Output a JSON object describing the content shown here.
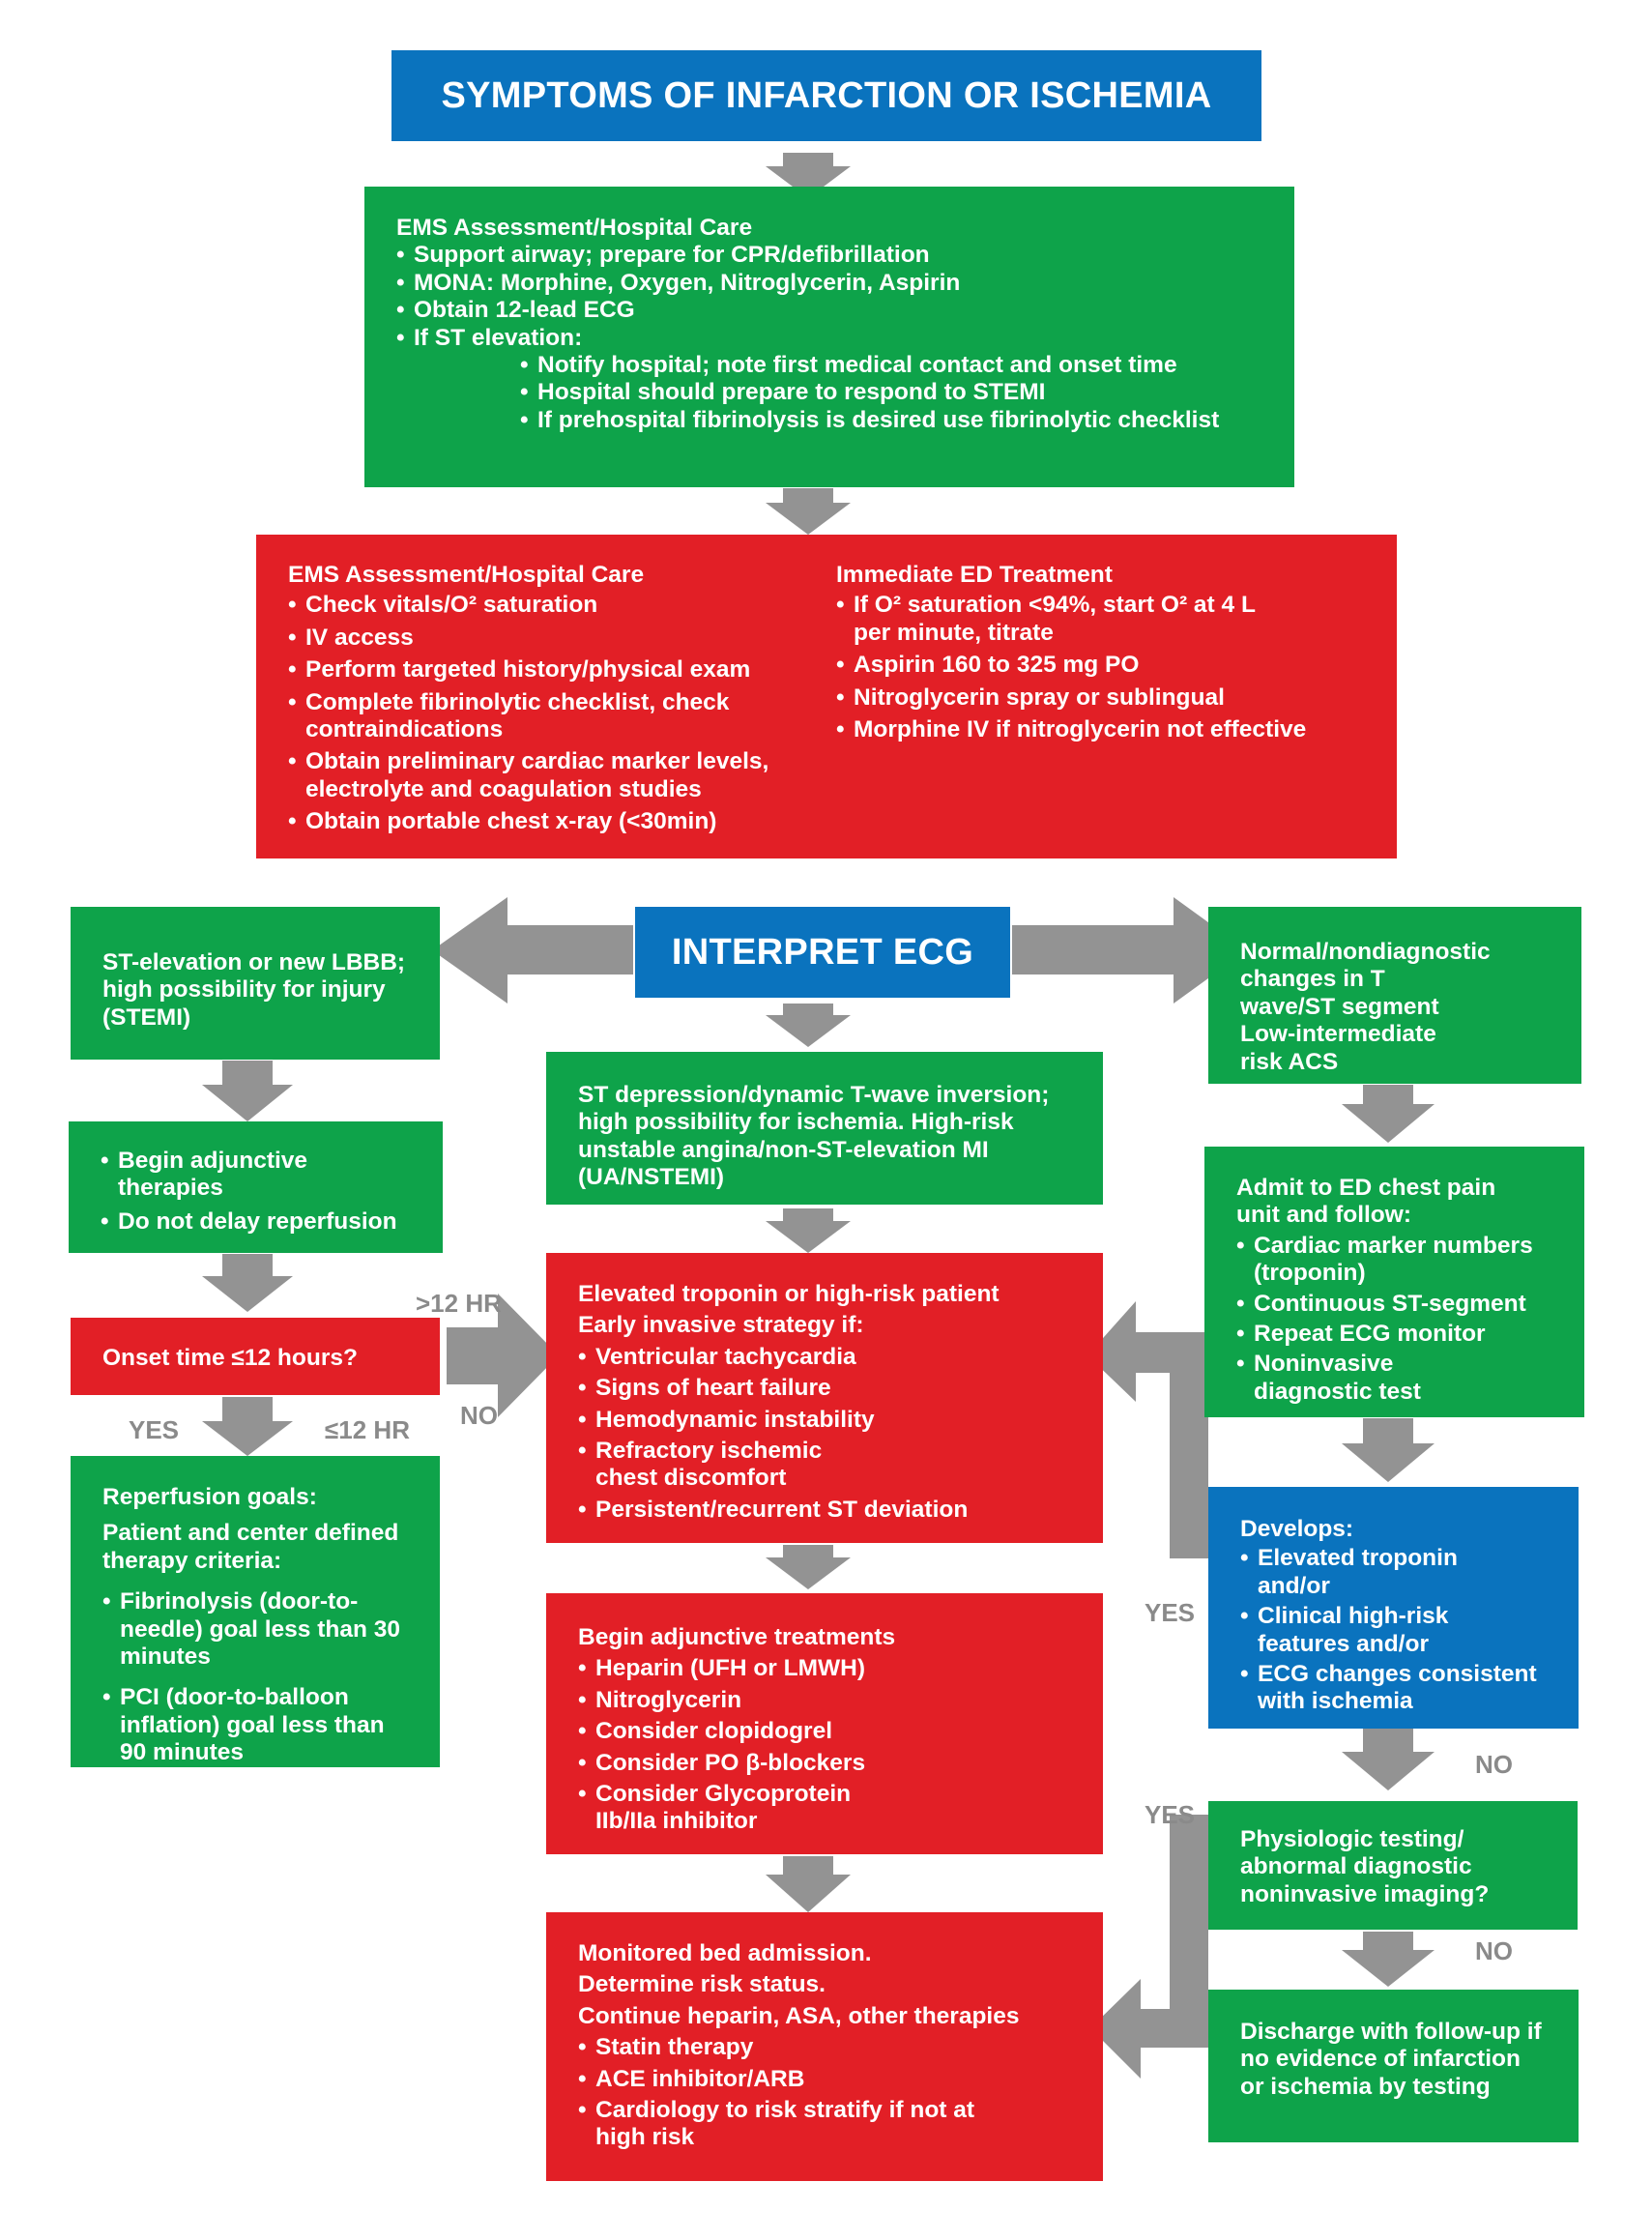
{
  "colors": {
    "green": "#0ea34a",
    "red": "#e21f26",
    "blue": "#0a73be",
    "arrow": "#939393",
    "label": "#8a8a8a"
  },
  "header": {
    "title": "SYMPTOMS OF INFARCTION OR ISCHEMIA"
  },
  "ems": {
    "heading": "EMS Assessment/Hospital Care",
    "items": [
      "Support airway; prepare for CPR/defibrillation",
      "MONA: Morphine, Oxygen, Nitroglycerin, Aspirin",
      "Obtain 12-lead ECG",
      "If ST elevation:"
    ],
    "sub_items": [
      "Notify hospital; note first medical contact and onset time",
      "Hospital should prepare to respond to STEMI",
      "If prehospital fibrinolysis is desired use fibrinolytic checklist"
    ]
  },
  "assessment": {
    "left_heading": "EMS Assessment/Hospital Care",
    "left_items": [
      "Check vitals/O² saturation",
      "IV access",
      "Perform targeted history/physical exam",
      "Complete fibrinolytic checklist, check contraindications",
      "Obtain preliminary cardiac marker levels, electrolyte and coagulation studies",
      "Obtain portable chest x-ray (<30min)"
    ],
    "right_heading": "Immediate ED Treatment",
    "right_items": [
      "If O² saturation <94%, start O² at 4 L per minute, titrate",
      "Aspirin 160 to 325 mg PO",
      "Nitroglycerin spray or sublingual",
      "Morphine IV if nitroglycerin not effective"
    ]
  },
  "interpret": {
    "title": "INTERPRET ECG"
  },
  "stemi": {
    "text": "ST-elevation or new LBBB; high possibility for injury (STEMI)"
  },
  "adjunctive_left": {
    "items": [
      "Begin adjunctive therapies",
      "Do not delay reperfusion"
    ]
  },
  "onset": {
    "text": "Onset time ≤12 hours?"
  },
  "reperfusion": {
    "heading": "Reperfusion goals:",
    "subheading": "Patient and center defined therapy criteria:",
    "items": [
      "Fibrinolysis (door-to-needle) goal less than 30 minutes",
      "PCI (door-to-balloon inflation) goal less than 90 minutes"
    ]
  },
  "ua_nstemi": {
    "text": "ST depression/dynamic T-wave inversion; high possibility for ischemia. High-risk unstable angina/non-ST-elevation MI (UA/NSTEMI)"
  },
  "troponin": {
    "line1": "Elevated troponin or high-risk patient",
    "line2": "Early invasive strategy if:",
    "items": [
      "Ventricular tachycardia",
      "Signs of heart failure",
      "Hemodynamic instability",
      "Refractory ischemic chest discomfort",
      "Persistent/recurrent ST deviation"
    ]
  },
  "adjunctive_center": {
    "heading": "Begin adjunctive treatments",
    "items": [
      "Heparin (UFH or LMWH)",
      "Nitroglycerin",
      "Consider clopidogrel",
      "Consider PO β-blockers",
      "Consider Glycoprotein IIb/IIa inhibitor"
    ]
  },
  "monitored": {
    "line1": "Monitored bed admission.",
    "line2": "Determine risk status.",
    "line3": "Continue heparin, ASA, other therapies",
    "items": [
      "Statin therapy",
      "ACE inhibitor/ARB",
      "Cardiology to risk stratify if not at high risk"
    ]
  },
  "normal": {
    "text": "Normal/nondiagnostic changes in T wave/ST segment Low-intermediate risk ACS"
  },
  "admit": {
    "heading": "Admit to ED chest pain unit and follow:",
    "items": [
      "Cardiac marker numbers (troponin)",
      "Continuous ST-segment",
      "Repeat ECG monitor",
      "Noninvasive diagnostic test"
    ]
  },
  "develops": {
    "heading": "Develops:",
    "items": [
      "Elevated troponin and/or",
      "Clinical high-risk features and/or",
      "ECG changes consistent with ischemia"
    ]
  },
  "physio": {
    "text": "Physiologic testing/ abnormal diagnostic noninvasive imaging?"
  },
  "discharge": {
    "text": "Discharge with follow-up if no evidence of infarction or ischemia by testing"
  },
  "labels": {
    "gt12": ">12 HR",
    "no_onset": "NO",
    "yes_onset": "YES",
    "le12": "≤12 HR",
    "yes_develops": "YES",
    "no_develops": "NO",
    "yes_physio": "YES",
    "no_physio": "NO"
  }
}
